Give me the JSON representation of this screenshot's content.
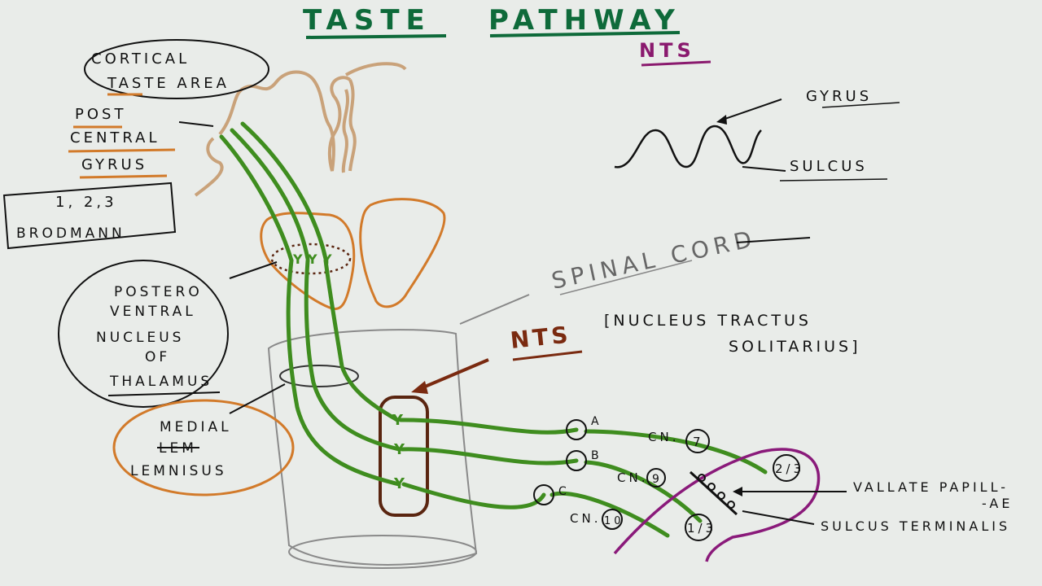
{
  "title": {
    "word1": "TASTE",
    "word2": "PATHWAY"
  },
  "nts_top": "NTS",
  "cortex": {
    "cortical_line1": "CORTICAL",
    "cortical_line2": "TASTE AREA",
    "post": "POST",
    "central": "CENTRAL",
    "gyrus": "GYRUS",
    "brodmann_nums": "1, 2,3",
    "brodmann": "BRODMANN"
  },
  "thalamus": {
    "line1": "POSTERO",
    "line2": "VENTRAL",
    "line3": "NUCLEUS",
    "line4": "OF",
    "line5": "THALAMUS"
  },
  "lemniscus": {
    "line1": "MEDIAL",
    "struck": "LEM",
    "line2": "LEMNISUS"
  },
  "inset": {
    "gyrus": "GYRUS",
    "sulcus": "SULCUS"
  },
  "spinal_cord": "SPINAL CORD",
  "nts": {
    "abbr": "NTS",
    "full_line1": "[NUCLEUS TRACTUS",
    "full_line2": "SOLITARIUS]"
  },
  "ganglia": {
    "a": "A",
    "b": "B",
    "c": "C"
  },
  "nerves": {
    "cn7": "CN.",
    "cn7_num": "7",
    "cn9": "CN.",
    "cn9_num": "9",
    "cn10": "CN.",
    "cn10_num": "10"
  },
  "tongue": {
    "front": "2/3",
    "back": "1/3",
    "vallate_line1": "VALLATE PAPILL-",
    "vallate_line2": "-AE",
    "sulcus_terminalis": "SULCUS TERMINALIS"
  },
  "colors": {
    "pathway": "#3f8d1f",
    "brain": "#c9a27a",
    "title": "#0e6a3a",
    "nts_top": "#8a1a6e",
    "nts_arrow": "#7a2a10",
    "nucleus": "#5a2510",
    "orange": "#d27a2a",
    "tongue": "#8a1a7a"
  }
}
